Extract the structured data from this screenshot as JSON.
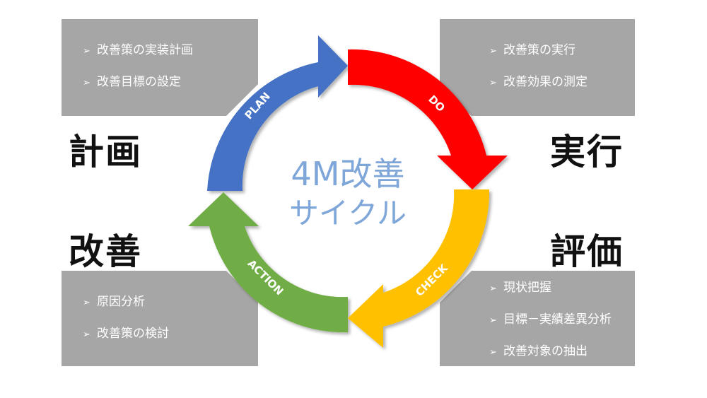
{
  "center": {
    "line1": "4M改善",
    "line2": "サイクル"
  },
  "phases": {
    "plan": "PLAN",
    "do": "DO",
    "check": "CHECK",
    "action": "ACTION"
  },
  "headings": {
    "plan": "計画",
    "do": "実行",
    "check": "評価",
    "action": "改善"
  },
  "bullet_marker": "➢",
  "boxes": {
    "plan": [
      "改善策の実装計画",
      "改善目標の設定"
    ],
    "do": [
      "改善策の実行",
      "改善効果の測定"
    ],
    "action": [
      "原因分析",
      "改善策の検討"
    ],
    "check": [
      "現状把握",
      "目標－実績差異分析",
      "改善対象の抽出"
    ]
  },
  "colors": {
    "plan": "#4472c4",
    "do": "#ff0000",
    "check": "#ffc000",
    "action": "#70ad47",
    "box": "#a6a6a6",
    "center_text": "#7ea6d8"
  }
}
